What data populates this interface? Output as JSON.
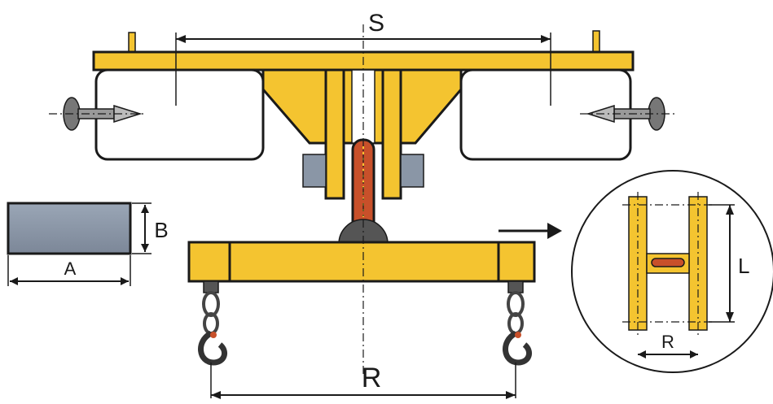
{
  "diagram": {
    "labels": {
      "spread": "S",
      "reach": "R",
      "section_width": "A",
      "section_height": "B",
      "detail_length": "L",
      "detail_reach": "R"
    },
    "colors": {
      "beam": "#f4c430",
      "beam_dark": "#e0a800",
      "chain": "#c8502a",
      "grey_block": "#8a96a6",
      "outline": "#1a1a1a",
      "hook": "#555555"
    },
    "icons": [
      "lifting-hook-icon",
      "locking-screw-icon",
      "arrow-right-icon"
    ]
  }
}
